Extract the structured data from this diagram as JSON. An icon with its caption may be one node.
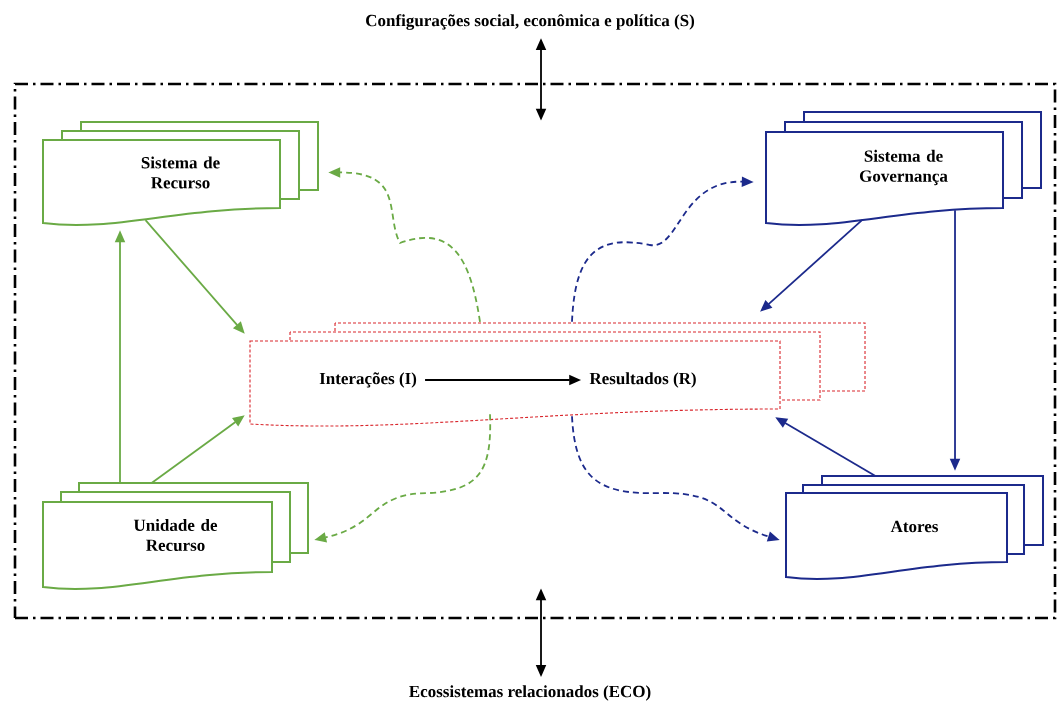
{
  "diagram": {
    "nodes": [
      {
        "text": [
          "Configurações social, econômica e política (S)"
        ]
      },
      {
        "text": [],
        "shape": "box"
      },
      {
        "text": [
          "Sistema de Recurso"
        ],
        "in": 1
      },
      {
        "text": [
          "Sistema de Governança"
        ],
        "in": 1
      },
      {
        "text": [],
        "shape": "box",
        "in": 1
      },
      {
        "text": [
          "Interações (I)"
        ],
        "in": 4
      },
      {
        "text": [
          "Resultados (R)"
        ],
        "in": 4
      },
      {
        "text": [
          "Unidade de Recurso"
        ],
        "in": 1
      },
      {
        "text": [
          "Atores"
        ],
        "in": 1
      },
      {
        "text": [
          "Ecossistemas relacionados (ECO)"
        ]
      }
    ],
    "edges": [
      {
        "from": 0,
        "to": 1,
        "arrow": "both",
        "color": "#000000"
      },
      {
        "from": 2,
        "to": 4,
        "arrow": "to",
        "color": "#6aaa45"
      },
      {
        "from": 7,
        "to": 2,
        "arrow": "to",
        "color": "#6aaa45"
      },
      {
        "from": 7,
        "to": 4,
        "arrow": "to",
        "color": "#6aaa45"
      },
      {
        "from": 3,
        "to": 4,
        "arrow": "to",
        "color": "#1c2a8c"
      },
      {
        "from": 3,
        "to": 8,
        "arrow": "to",
        "color": "#1c2a8c"
      },
      {
        "from": 8,
        "to": 4,
        "arrow": "to",
        "color": "#1c2a8c"
      },
      {
        "from": 5,
        "to": 6,
        "arrow": "to",
        "color": "#000000"
      },
      {
        "from": 4,
        "to": 2,
        "arrow": "to",
        "style": "dashed",
        "color": "#6aaa45"
      },
      {
        "from": 4,
        "to": 7,
        "arrow": "to",
        "style": "dashed",
        "color": "#6aaa45"
      },
      {
        "from": 4,
        "to": 3,
        "arrow": "to",
        "style": "dashed",
        "color": "#1c2a8c"
      },
      {
        "from": 4,
        "to": 8,
        "arrow": "to",
        "style": "dashed",
        "color": "#1c2a8c"
      },
      {
        "from": 9,
        "to": 1,
        "arrow": "both",
        "color": "#000000"
      }
    ]
  }
}
